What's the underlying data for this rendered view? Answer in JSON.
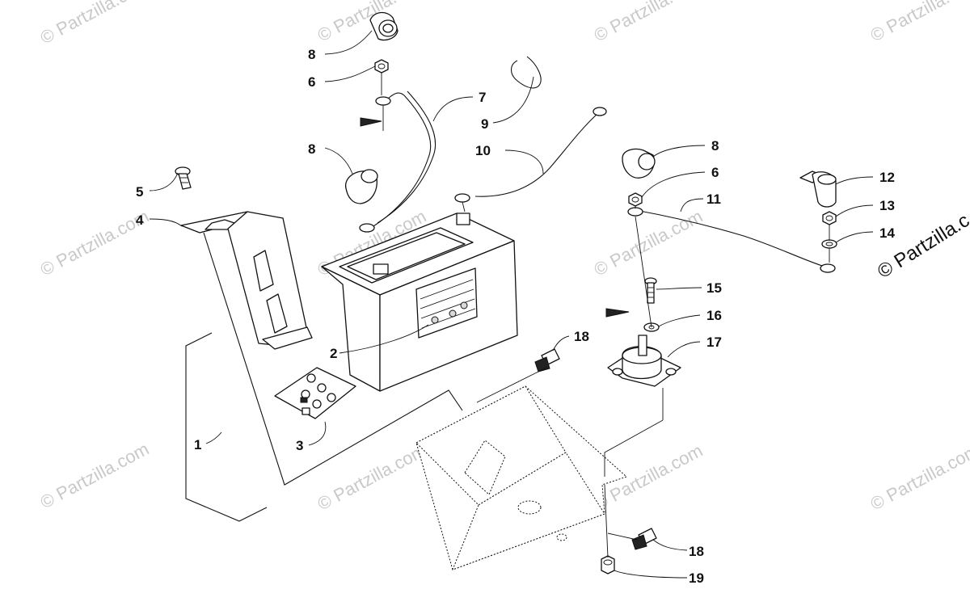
{
  "watermark": {
    "text": "© Partzilla.com",
    "side_text": "© Partzilla.c"
  },
  "callouts": [
    {
      "key": "c8a",
      "label": "8"
    },
    {
      "key": "c6a",
      "label": "6"
    },
    {
      "key": "c7",
      "label": "7"
    },
    {
      "key": "c9",
      "label": "9"
    },
    {
      "key": "c8b",
      "label": "8"
    },
    {
      "key": "c10",
      "label": "10"
    },
    {
      "key": "c5",
      "label": "5"
    },
    {
      "key": "c4",
      "label": "4"
    },
    {
      "key": "c8c",
      "label": "8"
    },
    {
      "key": "c6b",
      "label": "6"
    },
    {
      "key": "c11",
      "label": "11"
    },
    {
      "key": "c12",
      "label": "12"
    },
    {
      "key": "c13",
      "label": "13"
    },
    {
      "key": "c14",
      "label": "14"
    },
    {
      "key": "c15",
      "label": "15"
    },
    {
      "key": "c16",
      "label": "16"
    },
    {
      "key": "c17",
      "label": "17"
    },
    {
      "key": "c18a",
      "label": "18"
    },
    {
      "key": "c2",
      "label": "2"
    },
    {
      "key": "c1",
      "label": "1"
    },
    {
      "key": "c3",
      "label": "3"
    },
    {
      "key": "c18b",
      "label": "18"
    },
    {
      "key": "c19",
      "label": "19"
    }
  ],
  "colors": {
    "line": "#111111",
    "watermark": "#c9c9c9",
    "background": "#ffffff"
  }
}
